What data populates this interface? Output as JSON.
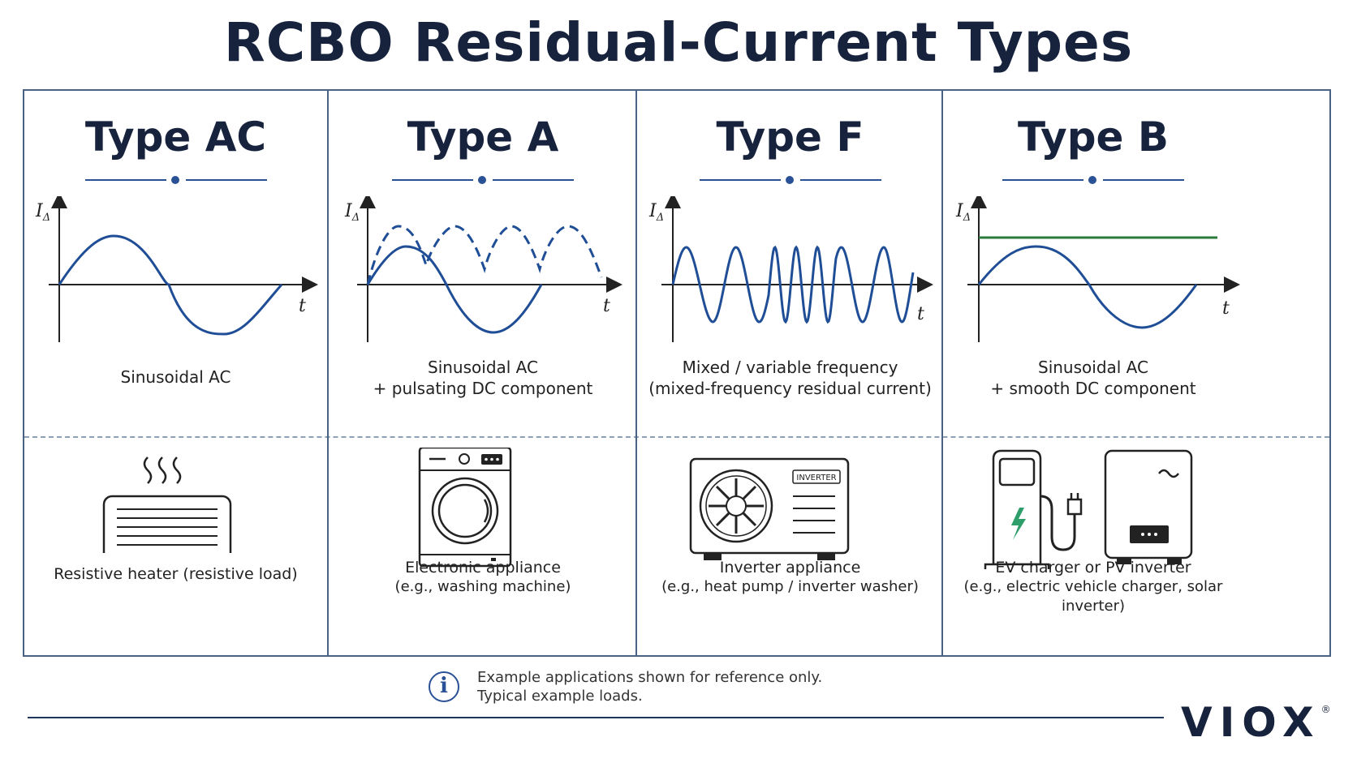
{
  "title": "RCBO Residual-Current Types",
  "axis": {
    "y_label": "I",
    "y_sub": "Δ",
    "x_label": "t"
  },
  "colors": {
    "wave": "#1f4e96",
    "dc_line": "#2b7a3b",
    "frame": "#4a6385",
    "bolt": "#2e9e6a"
  },
  "columns": [
    {
      "title": "Type AC",
      "wave": "sinusoidal-ac",
      "desc_1": "Sinusoidal AC",
      "desc_2": "",
      "icon": "heater-icon",
      "app_1": "Resistive heater (resistive load)",
      "app_2": ""
    },
    {
      "title": "Type A",
      "wave": "ac-plus-pulsating-dc",
      "desc_1": "Sinusoidal AC",
      "desc_2": "+ pulsating DC component",
      "icon": "washing-machine-icon",
      "app_1": "Electronic appliance",
      "app_2": "(e.g., washing machine)"
    },
    {
      "title": "Type F",
      "wave": "mixed-frequency",
      "desc_1": "Mixed / variable frequency",
      "desc_2": "(mixed-frequency residual current)",
      "icon": "inverter-unit-icon",
      "icon_label": "INVERTER",
      "app_1": "Inverter appliance",
      "app_2": "(e.g., heat pump / inverter washer)"
    },
    {
      "title": "Type B",
      "wave": "ac-plus-smooth-dc",
      "desc_1": "Sinusoidal AC",
      "desc_2": "+ smooth DC component",
      "icon": "ev-charger-and-pv-inverter-icon",
      "app_1": "EV charger or PV inverter",
      "app_2": "(e.g., electric vehicle charger, solar inverter)"
    }
  ],
  "footer": {
    "icon": "info-icon",
    "icon_glyph": "i",
    "note_1": "Example applications shown for reference only.",
    "note_2": "Typical example loads."
  },
  "brand": {
    "name": "VIOX",
    "mark": "®"
  }
}
